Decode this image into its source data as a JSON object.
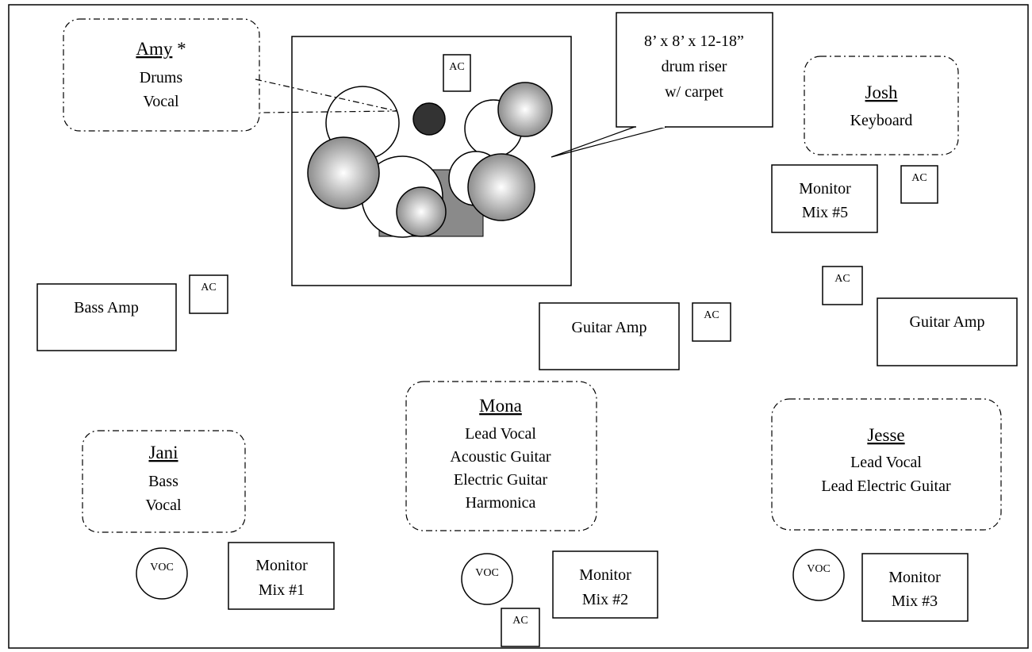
{
  "members": {
    "amy": {
      "name": "Amy",
      "suffix": " *",
      "roles": [
        "Drums",
        "Vocal"
      ]
    },
    "josh": {
      "name": "Josh",
      "roles": [
        "Keyboard"
      ]
    },
    "jani": {
      "name": "Jani",
      "roles": [
        "Bass",
        "Vocal"
      ]
    },
    "mona": {
      "name": "Mona",
      "roles": [
        "Lead Vocal",
        "Acoustic Guitar",
        "Electric Guitar",
        "Harmonica"
      ]
    },
    "jesse": {
      "name": "Jesse",
      "roles": [
        "Lead Vocal",
        "Lead Electric Guitar"
      ]
    }
  },
  "riser_note": [
    "8’ x 8’ x 12-18”",
    "drum riser",
    "w/ carpet"
  ],
  "equipment": {
    "bass_amp": "Bass Amp",
    "guitar_amp_center": "Guitar Amp",
    "guitar_amp_right": "Guitar Amp",
    "monitor_5": [
      "Monitor",
      "Mix #5"
    ],
    "monitor_1": [
      "Monitor",
      "Mix #1"
    ],
    "monitor_2": [
      "Monitor",
      "Mix #2"
    ],
    "monitor_3": [
      "Monitor",
      "Mix #3"
    ]
  },
  "labels": {
    "ac": "AC",
    "voc": "VOC"
  }
}
